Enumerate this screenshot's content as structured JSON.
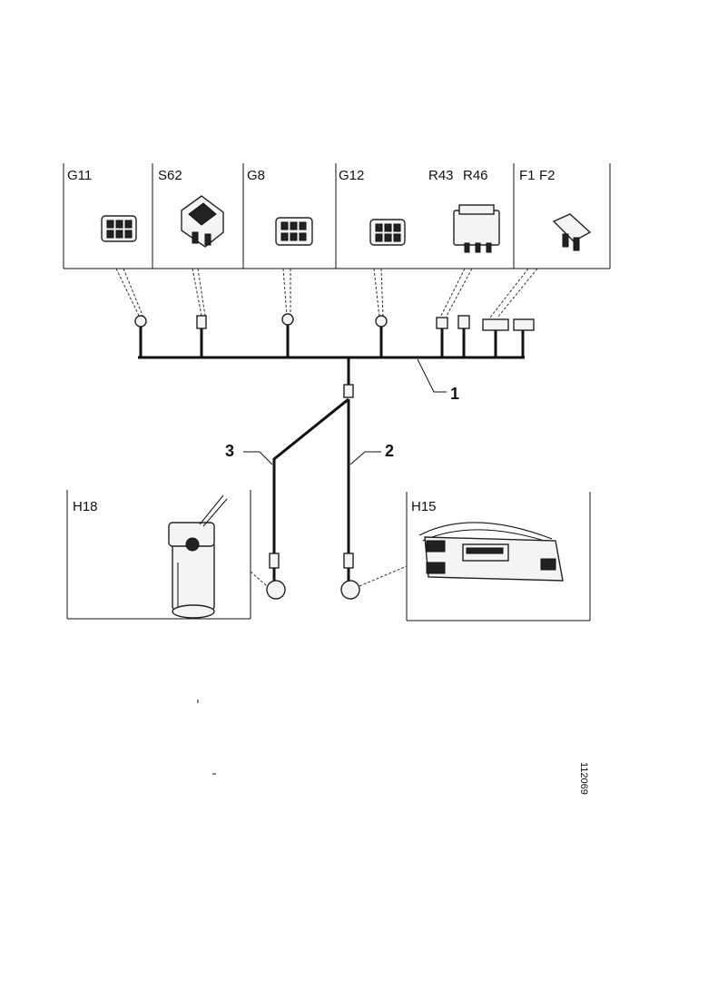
{
  "components": {
    "g11": "G11",
    "s62": "S62",
    "g8": "G8",
    "g12": "G12",
    "r43": "R43",
    "r46": "R46",
    "f1": "F1",
    "f2": "F2",
    "h18": "H18",
    "h15": "H15"
  },
  "callouts": {
    "harness_main": "1",
    "harness_branch_right": "2",
    "harness_branch_left": "3"
  },
  "figure_ref": "112069"
}
